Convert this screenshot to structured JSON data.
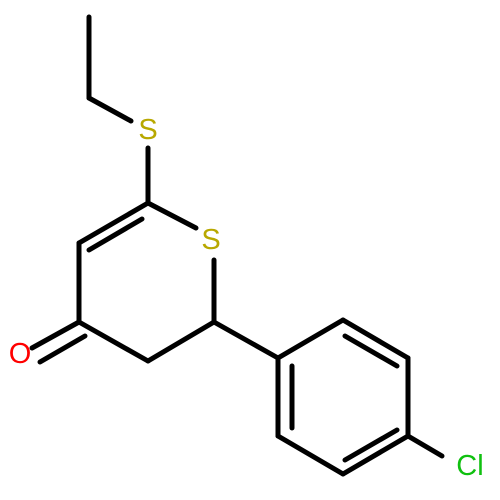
{
  "molecule": {
    "atoms": {
      "sulfur_thioether": {
        "symbol": "S",
        "color": "#b8a800"
      },
      "sulfur_ring": {
        "symbol": "S",
        "color": "#b8a800"
      },
      "oxygen_carbonyl": {
        "symbol": "O",
        "color": "#ff0000"
      },
      "chlorine": {
        "symbol": "Cl",
        "color": "#10c010"
      }
    },
    "bond_color": "#000000",
    "background": "#ffffff"
  }
}
